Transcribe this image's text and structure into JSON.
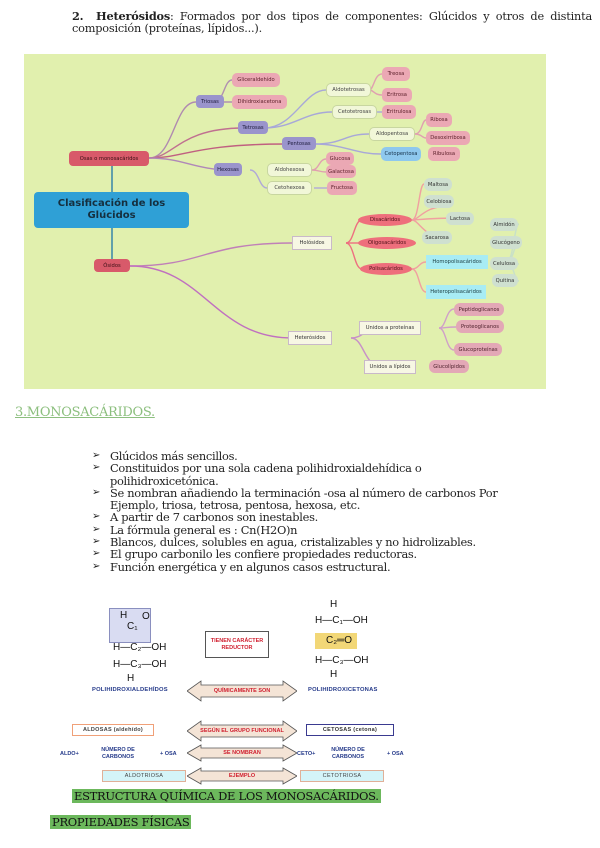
{
  "intro": {
    "number": "2.",
    "term": "Heterósidos",
    "text": ": Formados por dos tipos de componentes: Glúcidos y otros de distinta composición (proteínas, lípidos...)."
  },
  "mindmap": {
    "root": "Clasificación de los Glúcidos",
    "osas": "Osas o monosacáridos",
    "osidos": "Ósidos",
    "triosas": "Triosas",
    "gliceraldehido": "Gliceraldehído",
    "dihidroxiacetona": "Dihidroxiacetona",
    "tetrosas": "Tetrosas",
    "aldotetrosas": "Aldotetrosas",
    "treosa": "Treosa",
    "eritrosa": "Eritrosa",
    "cetotetrosas": "Cetotetrosas",
    "eritrulosa": "Eritrulosa",
    "pentosas": "Pentosas",
    "aldopentosa": "Aldopentosa",
    "ribosa": "Ribosa",
    "desoxirribosa": "Desoxirribosa",
    "cetopentosa": "Cetopentosa",
    "ribulosa": "Ribulosa",
    "hexosas": "Hexosas",
    "aldohexosa": "Aldohexosa",
    "glucosa": "Glucosa",
    "galactosa": "Galactosa",
    "cetohexosa": "Cetohexosa",
    "fructosa": "Fructosa",
    "holosidos": "Holósidos",
    "disacaridos": "Disacáridos",
    "maltosa": "Maltosa",
    "celobiosa": "Celobiosa",
    "lactosa": "Lactosa",
    "sacarosa": "Sacarosa",
    "oligosacaridos": "Oligosacáridos",
    "polisacaridos": "Polisacáridos",
    "homopolisacaridos": "Homopolisacáridos",
    "heteropolisacaridos": "Heteropolisacáridos",
    "almidon": "Almidón",
    "glucogeno": "Glucógeno",
    "celulosa": "Celulosa",
    "quitina": "Quitina",
    "heterosidos": "Heterósidos",
    "unidos_proteinas": "Unidos a proteínas",
    "peptidoglicanos": "Peptidoglicanos",
    "proteoglicanos": "Proteoglicanos",
    "glucoproteinas": "Glucoproteínas",
    "unidos_lipidos": "Unidos a lípidos",
    "glucolipidos": "Glucolípidos"
  },
  "section": {
    "title": "3.MONOSACÁRIDOS.",
    "bullets": [
      "Glúcidos más sencillos.",
      "Constituidos por una sola cadena polihidroxialdehídica o polihidroxicetónica.",
      " Se nombran añadiendo la terminación -osa al número de carbonos Por Ejemplo, triosa, tetrosa, pentosa, hexosa, etc.",
      "A partir de 7 carbonos son inestables.",
      " La fórmula general es : Cn(H2O)n",
      "Blancos, dulces, solubles en agua, cristalizables y no hidrolizables.",
      "El grupo carbonilo les confiere propiedades reductoras.",
      "Función energética y en algunos casos estructural."
    ]
  },
  "diagram": {
    "aldehyde": {
      "h_top": "H",
      "c1": "C₁",
      "o": "O",
      "row2": "H—C₂—OH",
      "row3": "H—C₃—OH",
      "h_bottom": "H"
    },
    "ketone": {
      "h_top": "H",
      "row1": "H—C₁—OH",
      "c2": "C₂═O",
      "row3": "H—C₃—OH",
      "h_bottom": "H"
    },
    "reductor": "TIENEN CARÁCTER REDUCTOR",
    "poli_ald": "POLIHIDROXIALDEHÍDOS",
    "poli_cet": "POLIHIDROXICETONAS",
    "quimicamente": "QUÍMICAMENTE SON",
    "aldosas": "ALDOSAS (aldehído)",
    "segun": "SEGÚN EL GRUPO FUNCIONAL",
    "cetosas": "CETOSAS (cetona)",
    "aldo": "ALDO+",
    "numero1": "NÚMERO DE CARBONOS",
    "osa1": "+ OSA",
    "se_nombran": "SE NOMBRAN",
    "ceto": "CETO+",
    "numero2": "NÚMERO DE CARBONOS",
    "osa2": "+ OSA",
    "aldotriosa": "ALDOTRIOSA",
    "ejemplo": "EJEMPLO",
    "cetotriosa": "CETOTRIOSA"
  },
  "captions": {
    "estructura": "ESTRUCTURA QUÍMICA DE LOS MONOSACÁRIDOS.",
    "propiedades": "PROPIEDADES FÍSICAS"
  }
}
